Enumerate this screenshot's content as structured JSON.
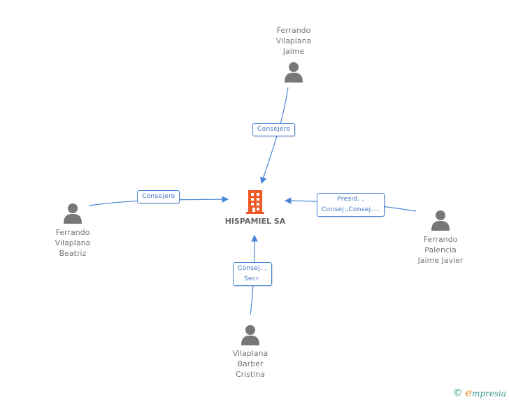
{
  "company": {
    "name": "HISPAMIEL SA",
    "icon": "building-icon",
    "color": "#f05a28"
  },
  "persons": [
    {
      "id": "top",
      "name_lines": [
        "Ferrando",
        "Vilaplana",
        "Jaime"
      ]
    },
    {
      "id": "left",
      "name_lines": [
        "Ferrando",
        "Vilaplana",
        "Beatriz"
      ]
    },
    {
      "id": "right",
      "name_lines": [
        "Ferrando",
        "Palencia",
        "Jaime Javier"
      ]
    },
    {
      "id": "bottom",
      "name_lines": [
        "Vilaplana",
        "Barber",
        "Cristina"
      ]
    }
  ],
  "edges": [
    {
      "from": "top",
      "label_lines": [
        "Consejero"
      ]
    },
    {
      "from": "left",
      "label_lines": [
        "Consejero"
      ]
    },
    {
      "from": "right",
      "label_lines": [
        "Presid. ,",
        "Consej.,Consej...."
      ]
    },
    {
      "from": "bottom",
      "label_lines": [
        "Consej. ,",
        "Secr."
      ]
    }
  ],
  "footer": {
    "copyright": "©",
    "brand_initial": "e",
    "brand_rest": "mpresia"
  },
  "colors": {
    "edge": "#4a86d8",
    "person": "#777777"
  }
}
